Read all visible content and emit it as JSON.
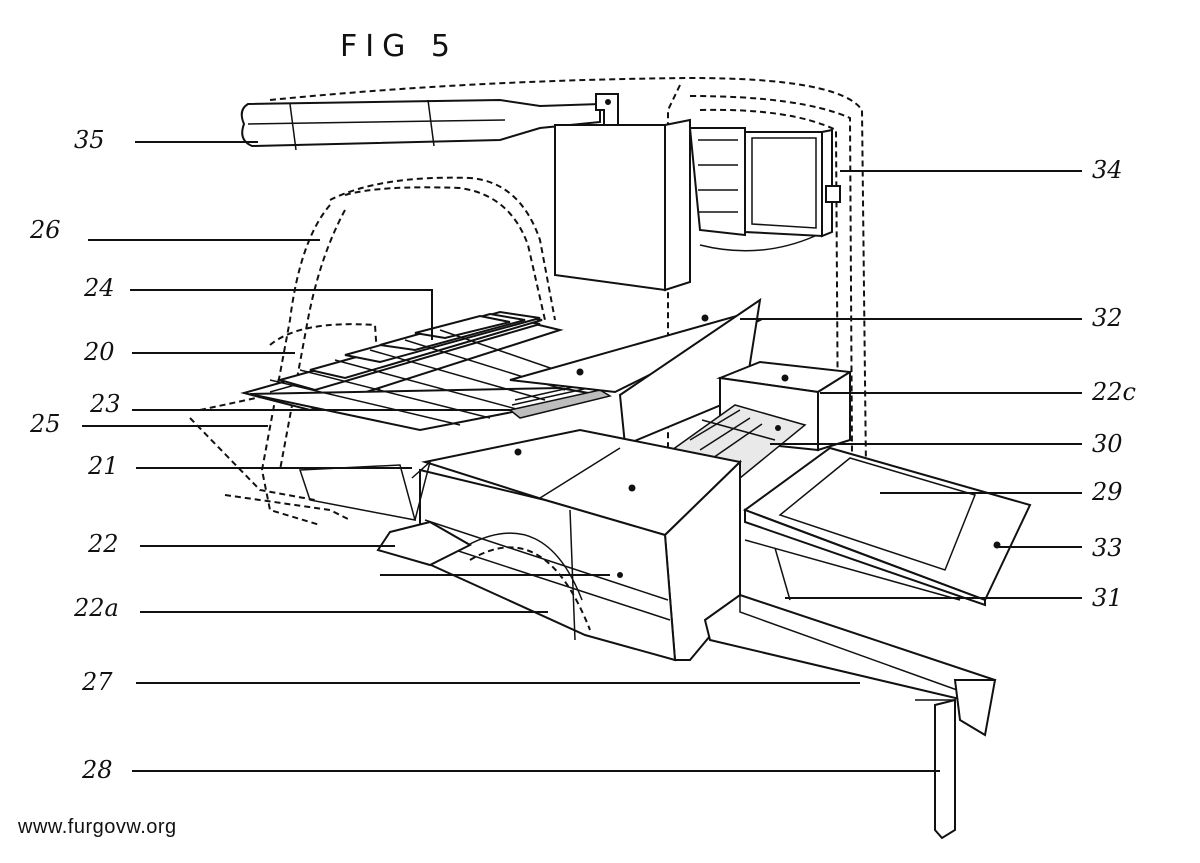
{
  "figure": {
    "title": "FIG 5",
    "labels": {
      "l35": "35",
      "l34": "34",
      "l26": "26",
      "l24": "24",
      "l32": "32",
      "l20": "20",
      "l22c": "22c",
      "l23": "23",
      "l25": "25",
      "l30": "30",
      "l21": "21",
      "l29": "29",
      "l22": "22",
      "l33": "33",
      "l22a": "22a",
      "l31": "31",
      "l27": "27",
      "l28": "28"
    }
  },
  "watermark": "www.furgovw.org"
}
